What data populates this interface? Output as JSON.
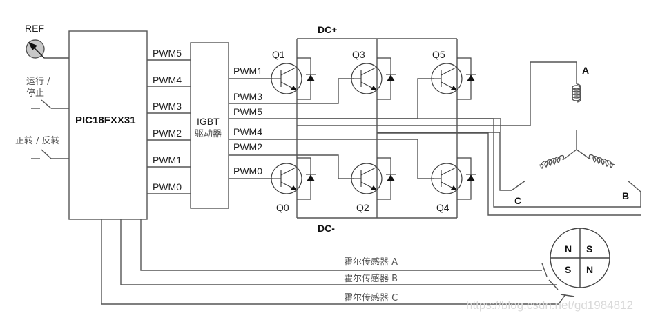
{
  "controller": {
    "name": "PIC18FXX31",
    "inputs": {
      "ref": "REF",
      "run_stop": [
        "运行 /",
        "停止"
      ],
      "direction": "正转 / 反转"
    },
    "outputs": [
      "PWM5",
      "PWM4",
      "PWM3",
      "PWM2",
      "PWM1",
      "PWM0"
    ]
  },
  "driver": {
    "name_line1": "IGBT",
    "name_line2": "驱动器",
    "outputs": [
      "PWM1",
      "PWM3",
      "PWM5",
      "PWM4",
      "PWM2",
      "PWM0"
    ]
  },
  "bridge": {
    "dc_plus": "DC+",
    "dc_minus": "DC-",
    "transistors_top": [
      "Q1",
      "Q3",
      "Q5"
    ],
    "transistors_bottom": [
      "Q0",
      "Q2",
      "Q4"
    ]
  },
  "motor": {
    "phases": [
      "A",
      "B",
      "C"
    ]
  },
  "rotor": {
    "poles": [
      "N",
      "S",
      "S",
      "N"
    ]
  },
  "hall_sensors": [
    "霍尔传感器 A",
    "霍尔传感器 B",
    "霍尔传感器 C"
  ],
  "watermark": "https://blog.csdn.net/gd1984812"
}
